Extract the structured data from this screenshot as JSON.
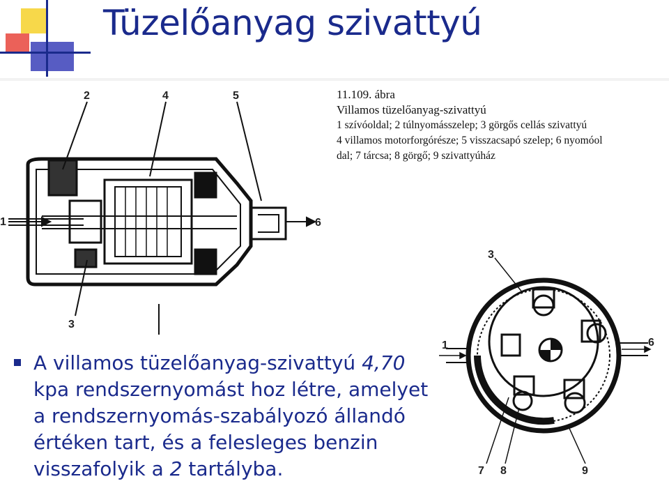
{
  "slide": {
    "title": "Tüzelőanyag szivattyú"
  },
  "figure_pump": {
    "labels": [
      "1",
      "2",
      "3",
      "4",
      "5",
      "6"
    ]
  },
  "caption": {
    "number": "11.109. ábra",
    "title": "Villamos tüzelőanyag-szivattyú",
    "line1": "1 szívóoldal; 2 túlnyomásszelep; 3 görgős cellás szivattyú",
    "line2": "4 villamos motorforgórésze; 5 visszacsapó szelep; 6 nyomóol",
    "line3": "dal; 7 tárcsa; 8 görgő; 9 szivattyúház"
  },
  "figure_roller": {
    "labels": [
      "3",
      "1",
      "6",
      "7",
      "8",
      "9"
    ]
  },
  "body": {
    "part1": "A villamos tüzelőanyag-szivattyú ",
    "value": "4,70",
    "part2": " kpa rendszernyomást hoz létre, amelyet a rendszernyomás-szabályozó állandó értéken tart, és a felesleges benzin visszafolyik a ",
    "ref": "2",
    "part3": " tartályba."
  },
  "colors": {
    "title": "#1a2a8c",
    "text": "#1a2a8c",
    "deco_yellow": "#f7d84a",
    "deco_red": "#e8453c",
    "deco_blue": "#3a3fb8"
  }
}
